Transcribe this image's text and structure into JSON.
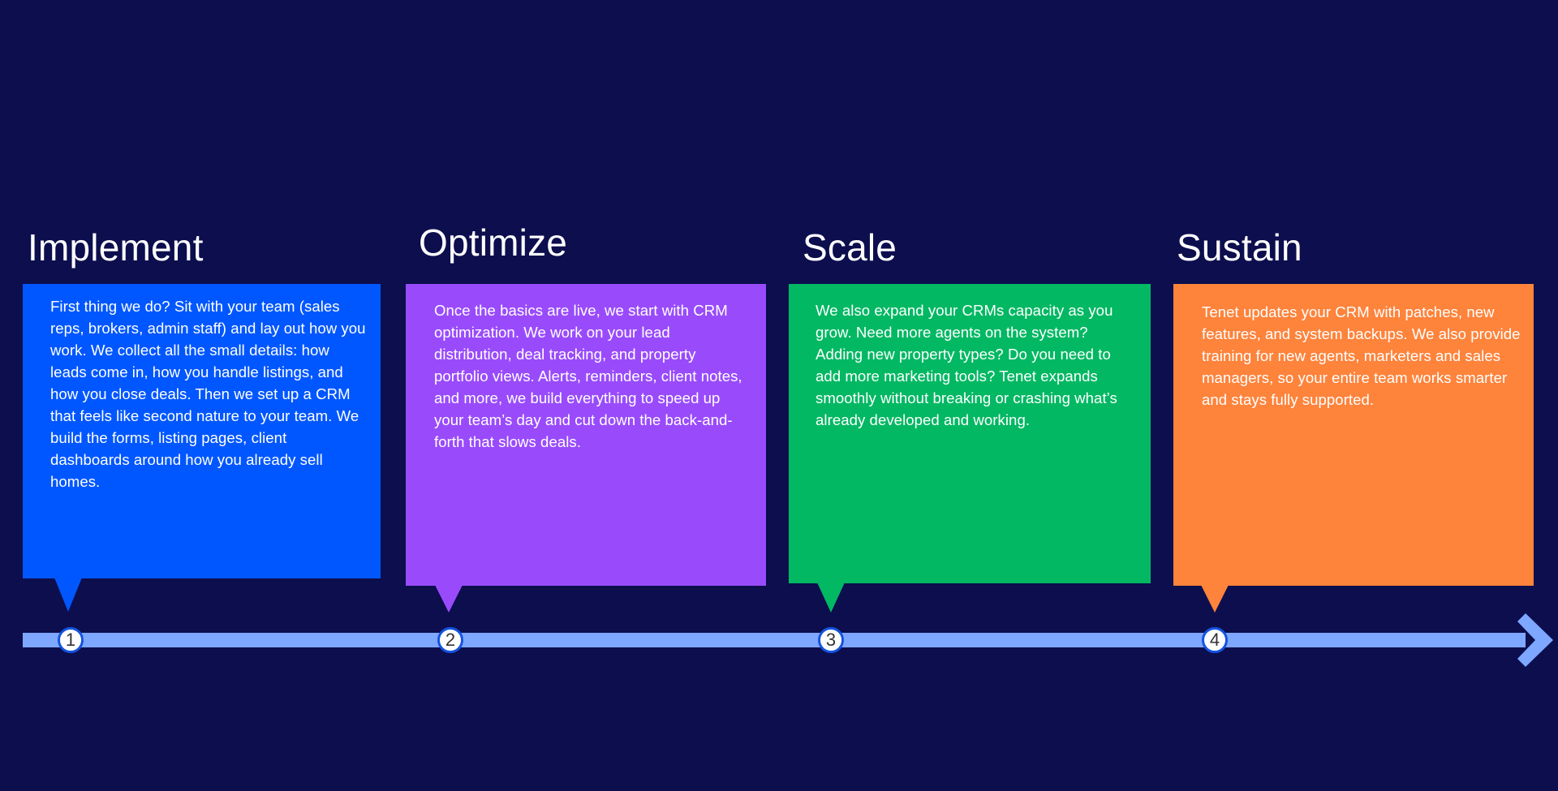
{
  "colors": {
    "background": "#0c0e4e",
    "timeline": "#7ea7ff",
    "marker_border": "#1453e0",
    "marker_fill": "#ffffff"
  },
  "stages": [
    {
      "number": "1",
      "title": "Implement",
      "color": "#0157ff",
      "description": "First thing we do? Sit with your team (sales reps, brokers, admin staff) and lay out how you work. We collect all the small details: how leads come in, how you handle listings, and how you close deals. Then we set up a CRM that feels like second nature to your team. We build the forms, listing pages, client dashboards around how you already sell homes."
    },
    {
      "number": "2",
      "title": "Optimize",
      "color": "#994bfc",
      "description": "Once the basics are live, we start with CRM optimization. We work on your lead distribution, deal tracking, and property portfolio views. Alerts, reminders, client notes, and more, we build everything to speed up your team’s day and cut down the back-and-forth that slows deals."
    },
    {
      "number": "3",
      "title": "Scale",
      "color": "#02b863",
      "description": "We also expand your CRMs capacity as you grow. Need more agents on the system? Adding new property types? Do you need to add more marketing tools? Tenet expands smoothly without breaking or crashing what’s already developed and working."
    },
    {
      "number": "4",
      "title": "Sustain",
      "color": "#fe833b",
      "description": "Tenet updates your CRM with patches, new features, and system backups. We also provide training for new agents, marketers and sales managers, so your entire team works smarter and stays fully supported."
    }
  ]
}
